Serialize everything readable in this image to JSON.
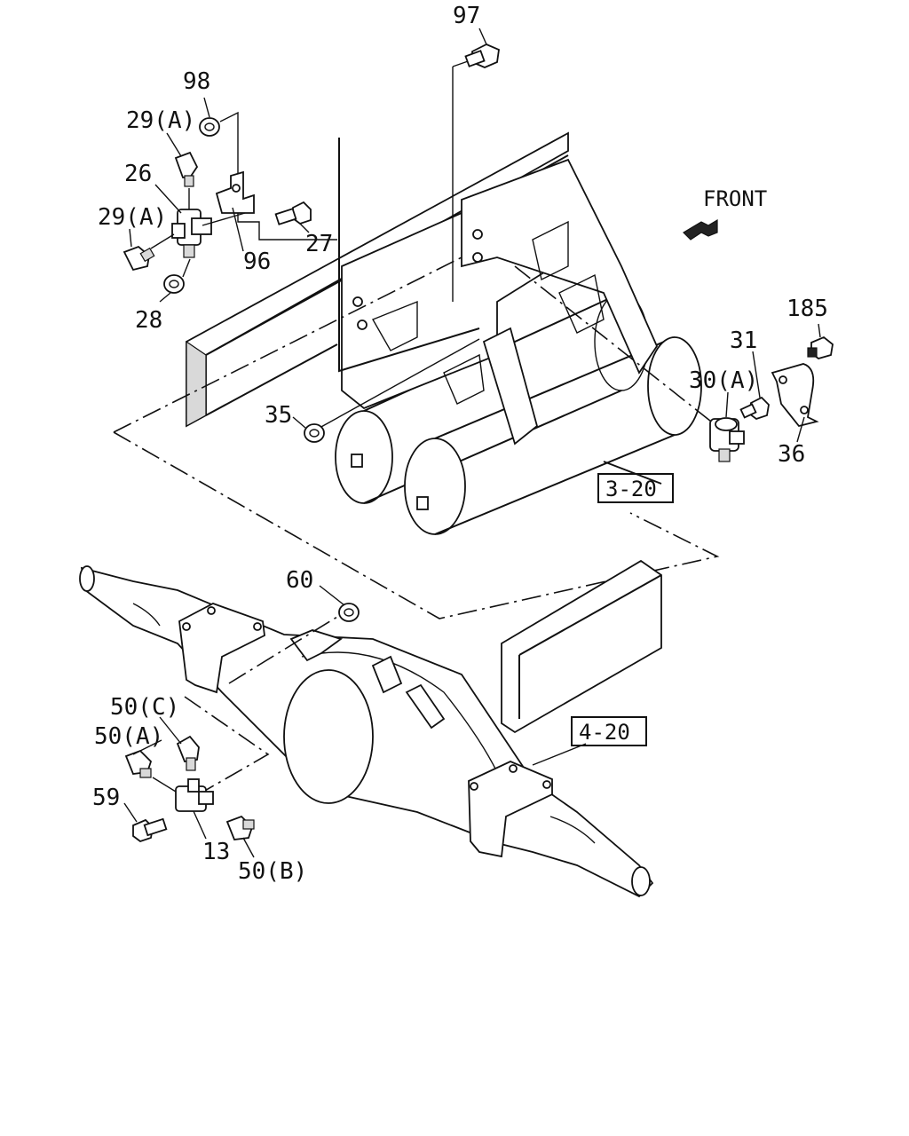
{
  "front_label": "FRONT",
  "callouts": {
    "p97": "97",
    "p98": "98",
    "p29a_top": "29(A)",
    "p26": "26",
    "p29a_left": "29(A)",
    "p96": "96",
    "p27": "27",
    "p28": "28",
    "p185": "185",
    "p31": "31",
    "p30a": "30(A)",
    "p36": "36",
    "p35": "35",
    "p60": "60",
    "p50c": "50(C)",
    "p50a": "50(A)",
    "p59": "59",
    "p13": "13",
    "p50b": "50(B)"
  },
  "references": {
    "ref_320": "3-20",
    "ref_420": "4-20"
  }
}
